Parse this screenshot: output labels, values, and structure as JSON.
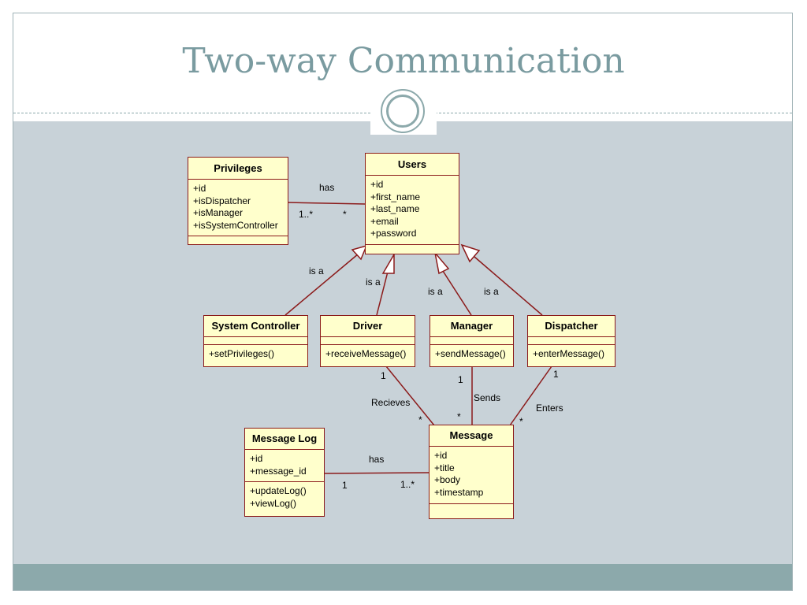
{
  "slide": {
    "title": "Two-way Communication"
  },
  "colors": {
    "accent": "#7a9ba0",
    "content_background": "#c8d2d8",
    "footer_band": "#8ca9ab",
    "class_fill": "#ffffcc",
    "class_border": "#8b1a1a"
  },
  "diagram": {
    "classes": {
      "privileges": {
        "name": "Privileges",
        "attributes": [
          "+id",
          "+isDispatcher",
          "+isManager",
          "+isSystemController"
        ],
        "operations": []
      },
      "users": {
        "name": "Users",
        "attributes": [
          "+id",
          "+first_name",
          "+last_name",
          "+email",
          "+password"
        ],
        "operations": []
      },
      "system_controller": {
        "name": "System Controller",
        "attributes": [],
        "operations": [
          "+setPrivileges()"
        ]
      },
      "driver": {
        "name": "Driver",
        "attributes": [],
        "operations": [
          "+receiveMessage()"
        ]
      },
      "manager": {
        "name": "Manager",
        "attributes": [],
        "operations": [
          "+sendMessage()"
        ]
      },
      "dispatcher": {
        "name": "Dispatcher",
        "attributes": [],
        "operations": [
          "+enterMessage()"
        ]
      },
      "message": {
        "name": "Message",
        "attributes": [
          "+id",
          "+title",
          "+body",
          "+timestamp"
        ],
        "operations": []
      },
      "message_log": {
        "name": "Message Log",
        "attributes": [
          "+id",
          "+message_id"
        ],
        "operations": [
          "+updateLog()",
          "+viewLog()"
        ]
      }
    },
    "relations": {
      "privileges_users": {
        "label": "has",
        "privileges_mult": "1..*",
        "users_mult": "*"
      },
      "system_controller_isa": {
        "label": "is a"
      },
      "driver_isa": {
        "label": "is a"
      },
      "manager_isa": {
        "label": "is a"
      },
      "dispatcher_isa": {
        "label": "is a"
      },
      "driver_message": {
        "label": "Recieves",
        "driver_mult": "1",
        "message_mult": "*"
      },
      "manager_message": {
        "label": "Sends",
        "manager_mult": "1",
        "message_mult": "*"
      },
      "dispatcher_message": {
        "label": "Enters",
        "dispatcher_mult": "1",
        "message_mult": "*"
      },
      "messagelog_message": {
        "label": "has",
        "messagelog_mult": "1",
        "message_mult": "1..*"
      }
    }
  }
}
